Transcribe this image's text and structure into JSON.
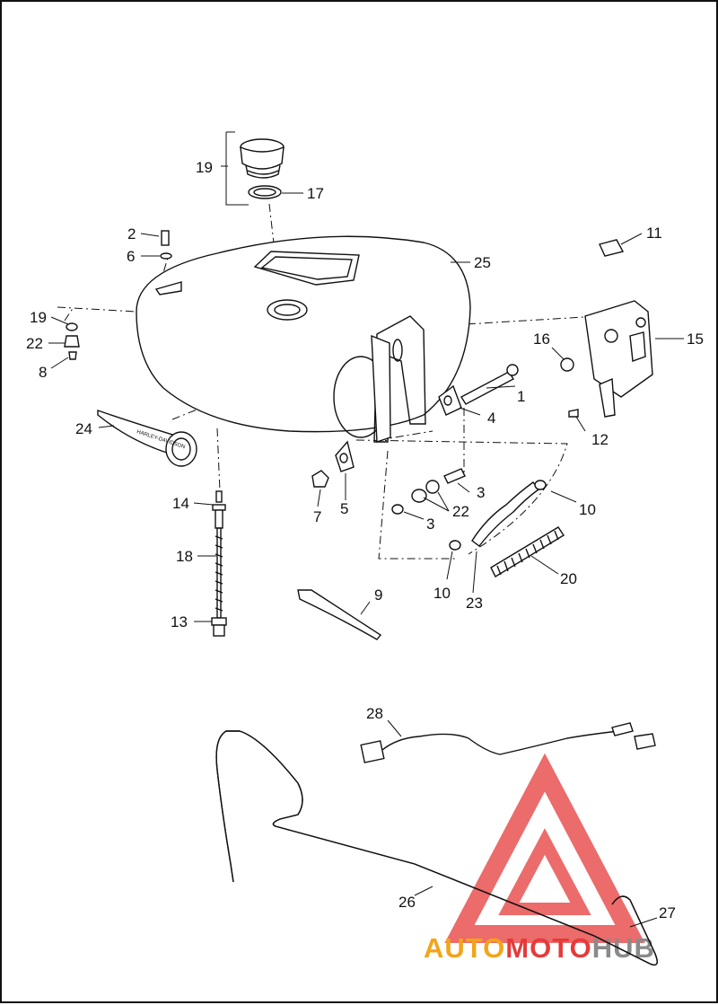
{
  "callouts": [
    {
      "id": "c1",
      "text": "1"
    },
    {
      "id": "c2",
      "text": "2"
    },
    {
      "id": "c3a",
      "text": "3"
    },
    {
      "id": "c3b",
      "text": "3"
    },
    {
      "id": "c4",
      "text": "4"
    },
    {
      "id": "c5",
      "text": "5"
    },
    {
      "id": "c6",
      "text": "6"
    },
    {
      "id": "c7",
      "text": "7"
    },
    {
      "id": "c8",
      "text": "8"
    },
    {
      "id": "c9",
      "text": "9"
    },
    {
      "id": "c10a",
      "text": "10"
    },
    {
      "id": "c10b",
      "text": "10"
    },
    {
      "id": "c11",
      "text": "11"
    },
    {
      "id": "c12",
      "text": "12"
    },
    {
      "id": "c13",
      "text": "13"
    },
    {
      "id": "c14",
      "text": "14"
    },
    {
      "id": "c15",
      "text": "15"
    },
    {
      "id": "c16",
      "text": "16"
    },
    {
      "id": "c17",
      "text": "17"
    },
    {
      "id": "c18",
      "text": "18"
    },
    {
      "id": "c19a",
      "text": "19"
    },
    {
      "id": "c19b",
      "text": "19"
    },
    {
      "id": "c20",
      "text": "20"
    },
    {
      "id": "c22a",
      "text": "22"
    },
    {
      "id": "c22b",
      "text": "22"
    },
    {
      "id": "c23",
      "text": "23"
    },
    {
      "id": "c24",
      "text": "24"
    },
    {
      "id": "c25",
      "text": "25"
    },
    {
      "id": "c26",
      "text": "26"
    },
    {
      "id": "c27",
      "text": "27"
    },
    {
      "id": "c28",
      "text": "28"
    }
  ],
  "watermark": {
    "part1": "AUTO",
    "part2": "MOTO",
    "part3": "HUB",
    "colors": {
      "red": "#e63a3a",
      "orange": "#f2a51a",
      "gray": "#8a8a8a"
    }
  },
  "emblem_text": "HARLEY-DAVIDSON"
}
